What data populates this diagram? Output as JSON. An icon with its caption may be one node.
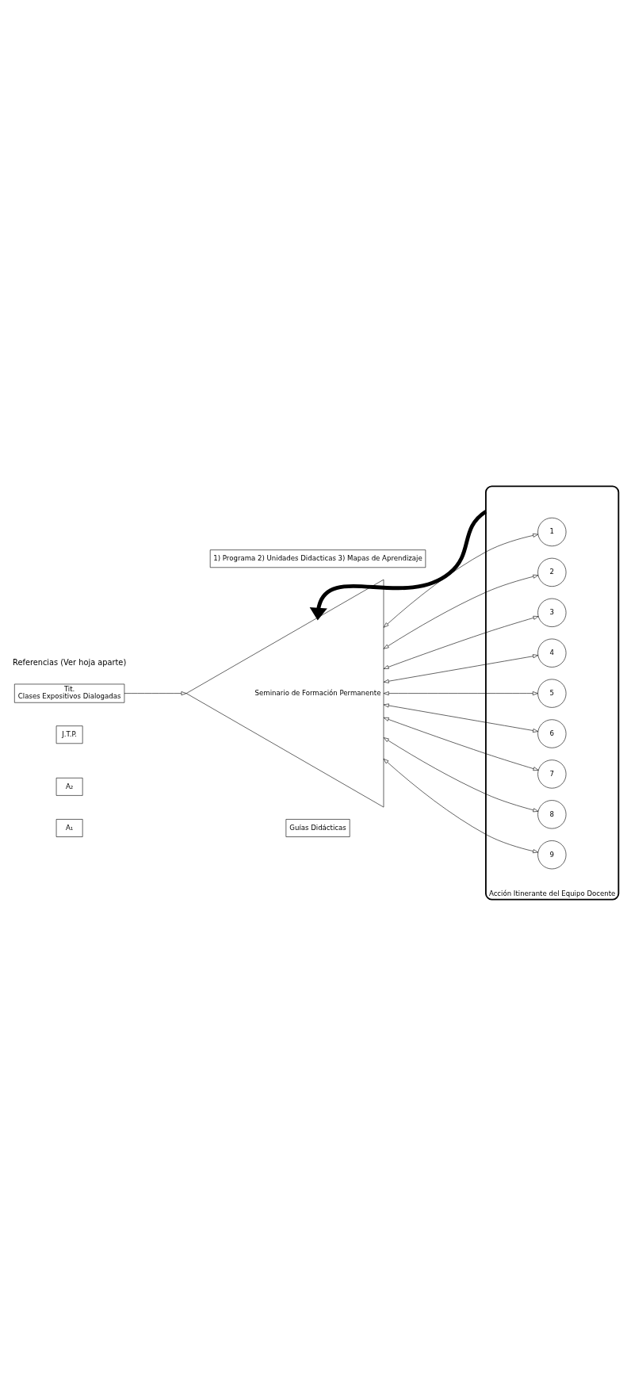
{
  "diagram": {
    "nodes": [
      {
        "text": [
          "A₁"
        ]
      },
      {
        "text": [
          "A₂"
        ]
      },
      {
        "text": [
          "J.T.P."
        ]
      },
      {
        "text": [
          "Tit.",
          "Clases Expositivos Dialogadas"
        ]
      },
      {
        "text": [
          "Guías Didácticas"
        ]
      },
      {
        "text": [
          "1) Programa 2) Unidades Didacticas 3) Mapas de Aprendizaje"
        ]
      },
      {
        "text": [
          "Acción Itinerante del Equipo Docente"
        ]
      },
      {
        "text": [
          "1"
        ],
        "in": 6
      },
      {
        "text": [
          "2"
        ],
        "in": 6
      },
      {
        "text": [
          "3"
        ],
        "in": 6
      },
      {
        "text": [
          "4"
        ],
        "in": 6
      },
      {
        "text": [
          "5"
        ],
        "in": 6
      },
      {
        "text": [
          "6"
        ],
        "in": 6
      },
      {
        "text": [
          "7"
        ],
        "in": 6
      },
      {
        "text": [
          "8"
        ],
        "in": 6
      },
      {
        "text": [
          "9"
        ],
        "in": 6
      },
      {
        "text": [
          "Seminario de Formación Permanente"
        ]
      }
    ],
    "edges": [
      {
        "from": 3,
        "to": 16,
        "arrow": "to"
      },
      {
        "from": 16,
        "to": 7,
        "arrow": "both"
      },
      {
        "from": 16,
        "to": 8,
        "arrow": "both"
      },
      {
        "from": 16,
        "to": 9,
        "arrow": "both"
      },
      {
        "from": 16,
        "to": 10,
        "arrow": "both"
      },
      {
        "from": 16,
        "to": 11,
        "arrow": "both"
      },
      {
        "from": 16,
        "to": 12,
        "arrow": "both"
      },
      {
        "from": 16,
        "to": 13,
        "arrow": "both"
      },
      {
        "from": 16,
        "to": 14,
        "arrow": "both"
      },
      {
        "from": 16,
        "to": 15,
        "arrow": "both"
      },
      {
        "from": 6,
        "to": 16,
        "arrow": "to",
        "style": "thick"
      }
    ],
    "labels": [
      "Referencias (Ver hoja aparte)"
    ]
  }
}
